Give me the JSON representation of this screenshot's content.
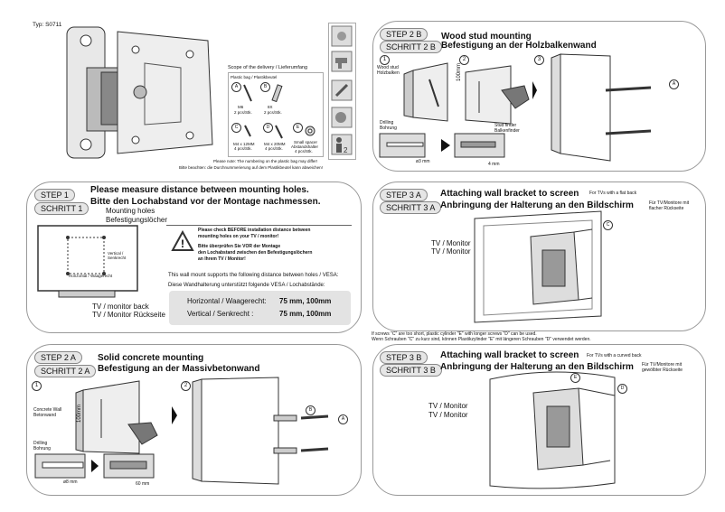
{
  "header": {
    "typ": "Typ: S0711"
  },
  "delivery": {
    "title": "Scope of the delivery / Lieferumfang",
    "bag": "Plastic bag / Plastikbeutel",
    "items": [
      {
        "letter": "A",
        "size": "M6",
        "qty": "2 pcs/Stk."
      },
      {
        "letter": "B",
        "size": "8X",
        "qty": "2 pcs/Stk."
      },
      {
        "letter": "C",
        "size": "M4 x 12MM",
        "qty": "4 pcs/Stk."
      },
      {
        "letter": "D",
        "size": "M4 x 20MM",
        "qty": "4 pcs/Stk."
      },
      {
        "letter": "E",
        "size": "Small spacer",
        "size2": "Abstandshalter",
        "qty": "4 pcs/Stk."
      }
    ],
    "note1": "Please note: The numbering on the plastic bag may differ!",
    "note2": "Bitte beachten: die Durchnummerierung auf dem Plastikbeutel kann abweichen!"
  },
  "step2b": {
    "step": "STEP  2 B",
    "schritt": "SCHRITT 2 B",
    "title1": "Wood stud mounting",
    "title2": "Befestigung an der Holzbalkenwand",
    "n1": "1",
    "n2": "2",
    "n3": "3",
    "wood1": "Wood stud",
    "wood2": "Holzbalken",
    "mm": "100mm",
    "finder1": "Stud finder",
    "finder2": "Balkenfinder",
    "drill1": "Drilling",
    "drill2": "Bohrung",
    "d3": "ø3 mm",
    "d4": "4 mm",
    "screw": "A"
  },
  "step1": {
    "step": "STEP   1",
    "schritt": "SCHRITT 1",
    "title1": "Please measure distance between mounting holes.",
    "title2": "Bitte den Lochabstand vor der Montage nachmessen.",
    "holes1": "Mounting holes",
    "holes2": "Befestigungslöcher",
    "vert1": "Vertical /",
    "vert2": "Senkrecht",
    "horiz": "Horizontal / Waagerecht",
    "back1": "TV / monitor back",
    "back2": "TV / Monitor Rückseite",
    "warn1": "Please check BEFORE installation distance between",
    "warn2": "mounting holes on your TV / monitor!",
    "warn3": "Bitte überprüfen Sie VOR der Montage",
    "warn4": "den Lochabstand zwischen den Befestigungslöchern",
    "warn5": "an Ihrem TV / Monitor!",
    "vesa1": "This wall mount supports the following distance between holes / VESA:",
    "vesa2": "Diese Wandhalterung unterstützt folgende VESA / Lochabstände:",
    "h_label": "Horizontal / Waagerecht:",
    "h_value": "75 mm, 100mm",
    "v_label": "Vertical / Senkrecht :",
    "v_value": "75 mm, 100mm"
  },
  "step3a": {
    "step": "STEP  3 A",
    "schritt": "SCHRITT 3 A",
    "title1": "Attaching wall bracket to screen",
    "title2": "Anbringung der Halterung an den Bildschirm",
    "note1": "For TVs with a flat back",
    "note2a": "Für TV/Monitore mit",
    "note2b": "flacher Rückseite",
    "tv1": "TV / Monitor",
    "tv2": "TV / Monitor",
    "screw": "C"
  },
  "mid_note": {
    "l1": "If screws \"C\" are too short, plastic cylinder \"E\" with longer screws \"D\" can be used.",
    "l2": "Wenn Schrauben \"C\" zu kurz sind,  können Plastikzylinder \"E\" mit längeren Schrauben \"D\" verwendet werden."
  },
  "step2a": {
    "step": "STEP   2 A",
    "schritt": "SCHRITT 2 A",
    "title1": "Solid concrete mounting",
    "title2": "Befestigung an der Massivbetonwand",
    "n1": "1",
    "n2": "2",
    "wall1": "Concrete Wall",
    "wall2": "Betonwand",
    "mm": "100mm",
    "drill1": "Drilling",
    "drill2": "Bohrung",
    "d8": "ø8  mm",
    "d60": "60 mm",
    "screwA": "A",
    "screwB": "B"
  },
  "step3b": {
    "step": "STEP  3 B",
    "schritt": "SCHRITT 3 B",
    "title1": "Attaching wall bracket to screen",
    "title2": "Anbringung der Halterung an den Bildschirm",
    "note1": "For TVs with a curved back",
    "note2a": "Für TV/Monitore mit",
    "note2b": "gewölbter Rückseite",
    "tv1": "TV / Monitor",
    "tv2": "TV / Monitor",
    "screwE": "E",
    "screwD": "D"
  }
}
